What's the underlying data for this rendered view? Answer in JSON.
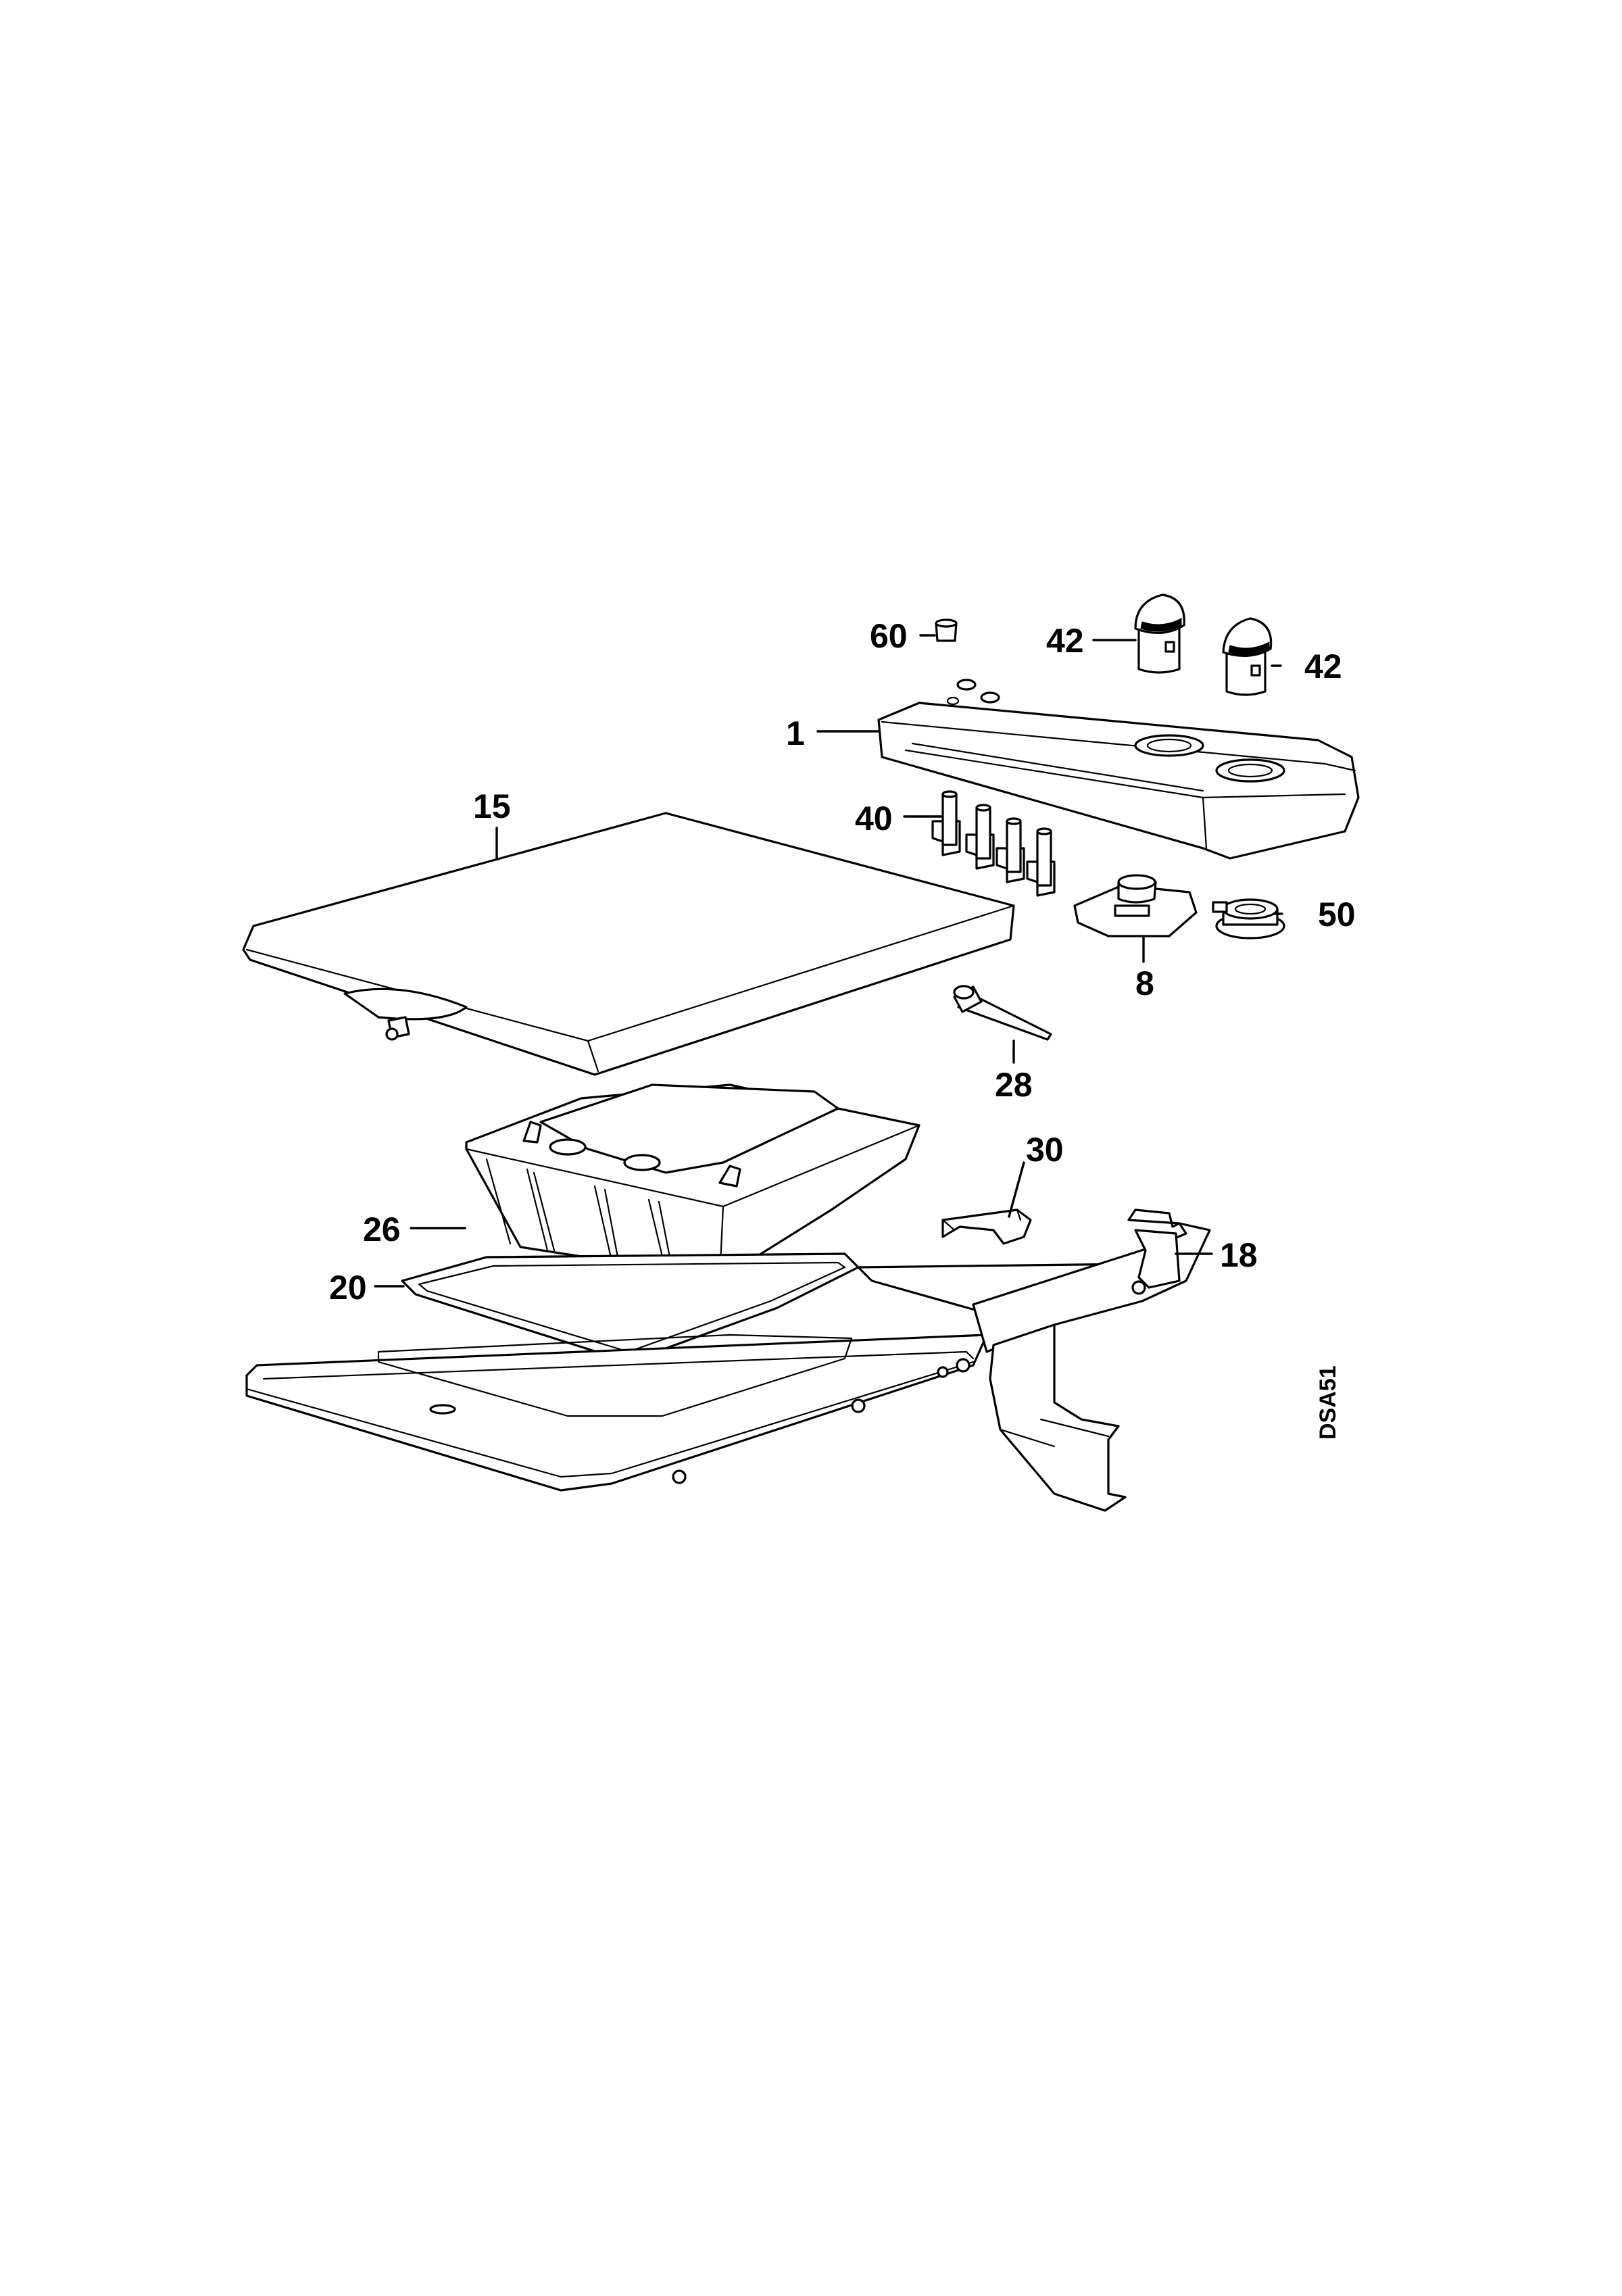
{
  "callouts": {
    "c60": "60",
    "c42a": "42",
    "c42b": "42",
    "c1": "1",
    "c15": "15",
    "c40": "40",
    "c50": "50",
    "c8": "8",
    "c28": "28",
    "c26": "26",
    "c30": "30",
    "c18": "18",
    "c20": "20"
  },
  "drawing_code": "DSA51"
}
